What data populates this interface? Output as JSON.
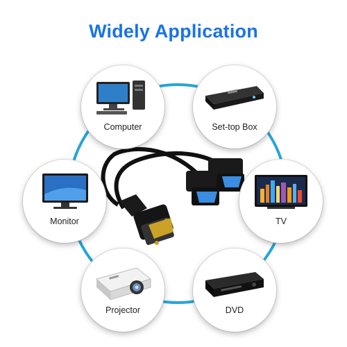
{
  "title": "Widely Application",
  "accent_color": "#1a73e8",
  "ring_color": "#27a5d8",
  "devices": [
    {
      "label": "Computer",
      "icon": "computer-icon"
    },
    {
      "label": "Set-top Box",
      "icon": "set-top-box-icon"
    },
    {
      "label": "Monitor",
      "icon": "monitor-icon"
    },
    {
      "label": "TV",
      "icon": "tv-icon"
    },
    {
      "label": "Projector",
      "icon": "projector-icon"
    },
    {
      "label": "DVD",
      "icon": "dvd-icon"
    }
  ],
  "center_product": "vga-splitter-cable-image"
}
